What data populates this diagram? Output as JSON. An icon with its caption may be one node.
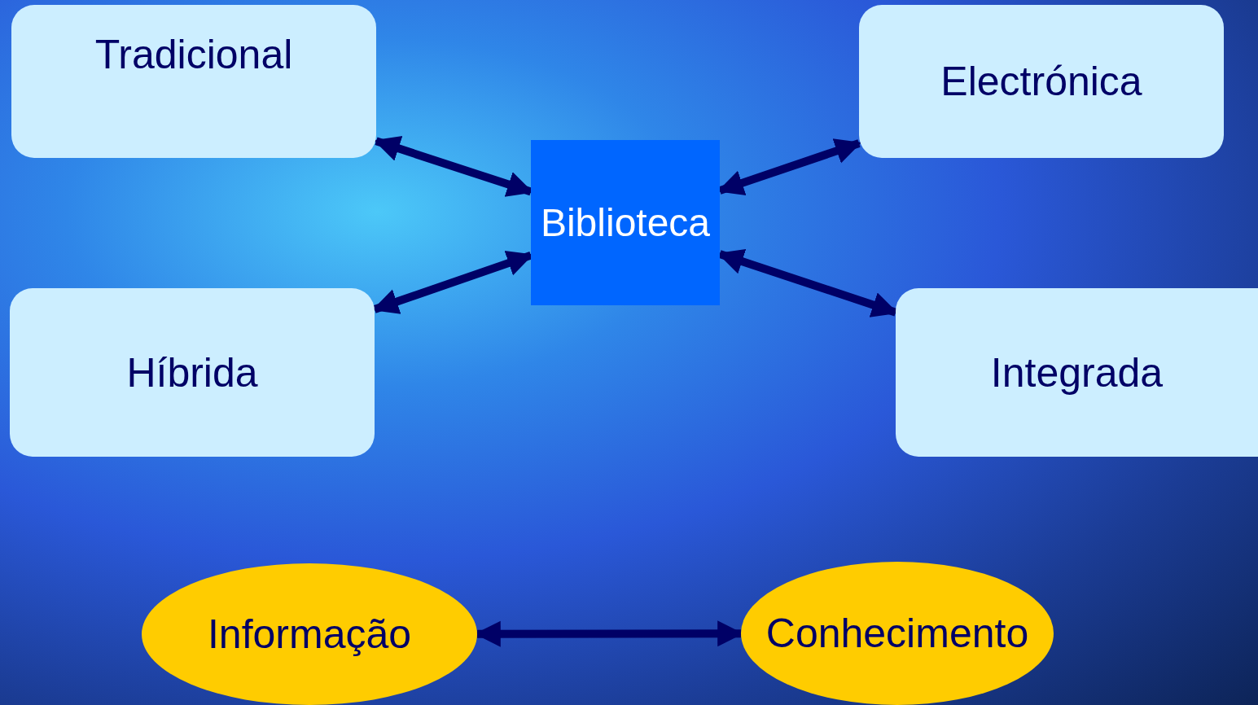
{
  "diagram": {
    "nodes": [
      {
        "text": [
          "Tradicional"
        ]
      },
      {
        "text": [
          "Electrónica"
        ]
      },
      {
        "text": [
          "Biblioteca"
        ]
      },
      {
        "text": [
          "Híbrida"
        ]
      },
      {
        "text": [
          "Integrada"
        ]
      },
      {
        "text": [
          "Informação"
        ]
      },
      {
        "text": [
          "Conhecimento"
        ]
      }
    ],
    "edges": [
      {
        "from": 0,
        "to": 2,
        "arrow": "both"
      },
      {
        "from": 1,
        "to": 2,
        "arrow": "both"
      },
      {
        "from": 3,
        "to": 2,
        "arrow": "both"
      },
      {
        "from": 4,
        "to": 2,
        "arrow": "both"
      },
      {
        "from": 5,
        "to": 6,
        "arrow": "both"
      }
    ]
  }
}
